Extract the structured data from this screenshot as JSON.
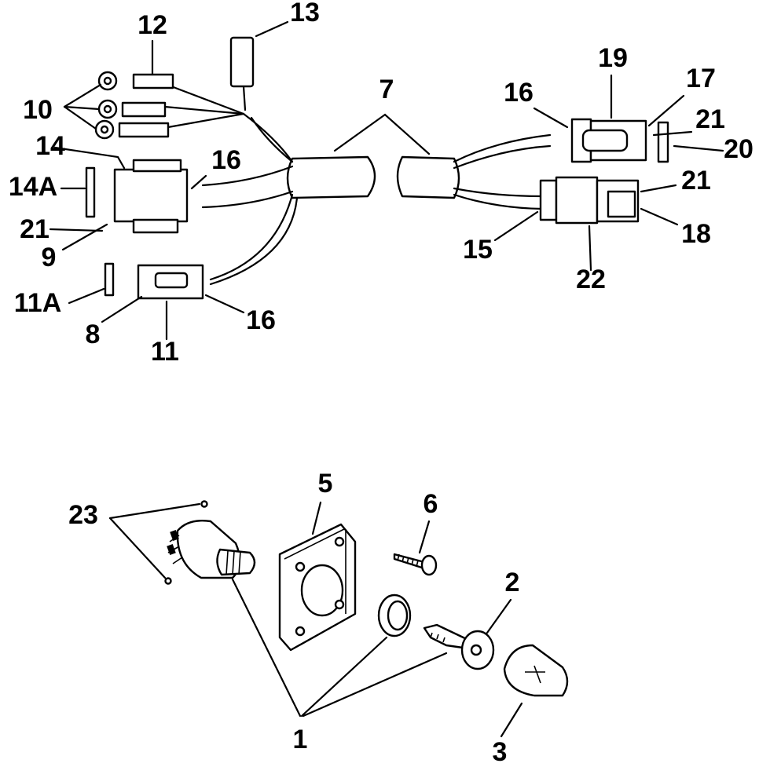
{
  "callouts": {
    "c1": "1",
    "c2": "2",
    "c3": "3",
    "c5": "5",
    "c6": "6",
    "c7": "7",
    "c8": "8",
    "c9": "9",
    "c10": "10",
    "c11": "11",
    "c11a": "11A",
    "c12": "12",
    "c13": "13",
    "c14": "14",
    "c14a": "14A",
    "c15": "15",
    "c16a": "16",
    "c16b": "16",
    "c16c": "16",
    "c17": "17",
    "c18": "18",
    "c19": "19",
    "c20": "20",
    "c21a": "21",
    "c21b": "21",
    "c21c": "21",
    "c22": "22",
    "c23": "23"
  }
}
